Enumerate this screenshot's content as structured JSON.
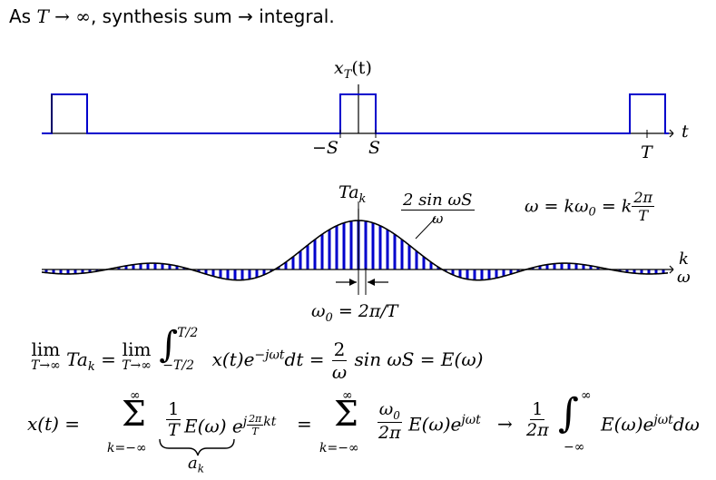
{
  "header": {
    "prefix": "As",
    "var": "T",
    "arrow": "→",
    "inf": "∞",
    "rest": ", synthesis sum → integral."
  },
  "top_plot": {
    "signal_label": "x",
    "signal_sub": "T",
    "signal_arg": "(t)",
    "axis_label": "t",
    "tick_neg_s": "−S",
    "tick_s": "S",
    "tick_t": "T"
  },
  "mid_plot": {
    "tak_label": "Ta",
    "tak_sub": "k",
    "envelope_num": "2 sin ωS",
    "envelope_den": "ω",
    "omega_eq_left": "ω = kω",
    "omega_eq_sub": "0",
    "omega_eq_mid": "= k",
    "omega_eq_num": "2π",
    "omega_eq_den": "T",
    "axis_k": "k",
    "axis_omega": "ω",
    "spacing_label": "ω",
    "spacing_sub": "0",
    "spacing_rest": "= 2π/T"
  },
  "eq1": {
    "lim1": "lim",
    "lim1_under": "T→∞",
    "tak": "Ta",
    "tak_sub": "k",
    "eq": "=",
    "lim2": "lim",
    "lim2_under": "T→∞",
    "int_upper": "T/2",
    "int_lower": "−T/2",
    "integrand": "x(t)e",
    "integrand_exp": "−jωt",
    "dt": "dt =",
    "frac_num": "2",
    "frac_den": "ω",
    "rhs": "sin ωS = E(ω)"
  },
  "eq2": {
    "lhs": "x(t) =",
    "sum1_upper": "∞",
    "sum1_lower": "k=−∞",
    "sigma": "Σ",
    "f1_num": "1",
    "f1_den": "T",
    "e_term": "E(ω) e",
    "exp1": "j",
    "exp1_num": "2π",
    "exp1_den": "T",
    "exp1_tail": "kt",
    "brace_label": "a",
    "brace_sub": "k",
    "eq": "=",
    "sum2_upper": "∞",
    "sum2_lower": "k=−∞",
    "f2_num": "ω",
    "f2_num_sub": "0",
    "f2_den": "2π",
    "e_term2": "E(ω)e",
    "exp2": "jωt",
    "arrow": "→",
    "f3_num": "1",
    "f3_den": "2π",
    "int_upper": "∞",
    "int_lower": "−∞",
    "final": "E(ω)e",
    "final_exp": "jωt",
    "final_tail": "dω"
  },
  "colors": {
    "signal": "#0000cc",
    "axis": "#000000",
    "envelope": "#000000"
  }
}
